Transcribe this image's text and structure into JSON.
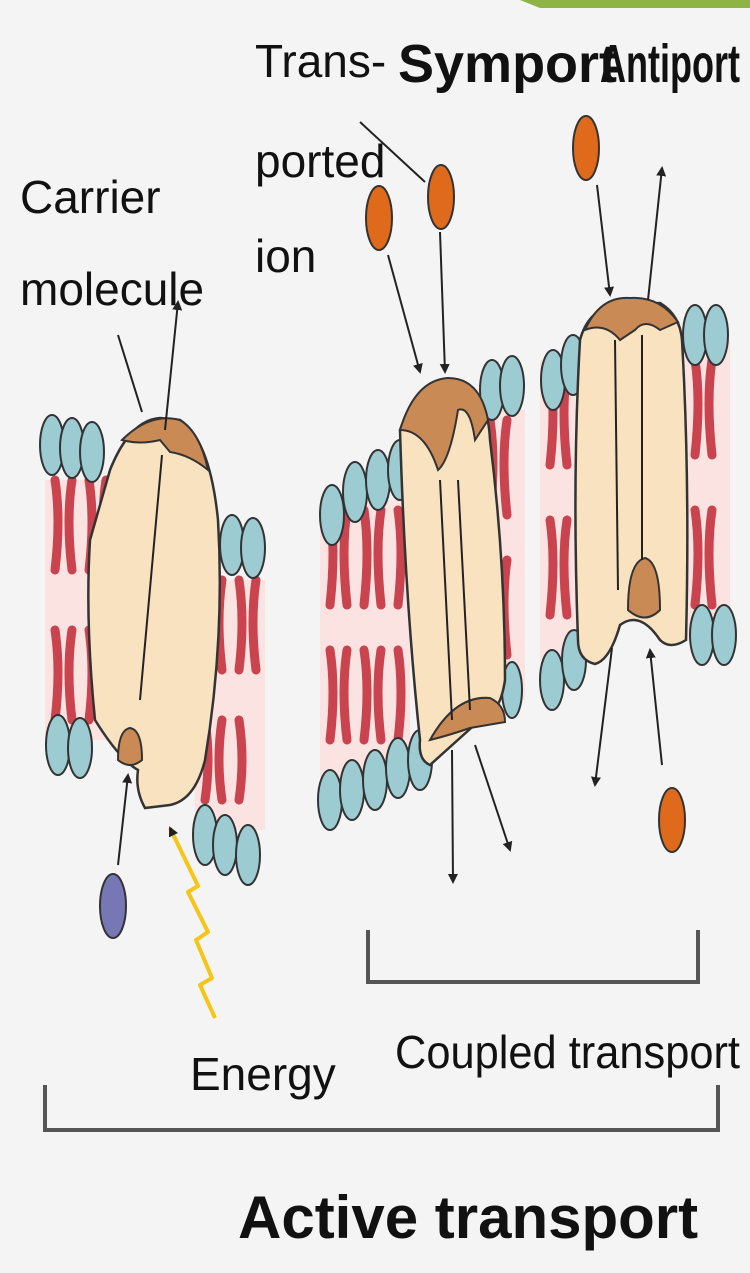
{
  "labels": {
    "carrier_line1": "Carrier",
    "carrier_line2": "molecule",
    "transported_line1": "Trans-",
    "transported_line2": "ported",
    "transported_line3": "ion",
    "symport": "Symport",
    "antiport": "Antiport",
    "energy": "Energy",
    "coupled_transport": "Coupled transport",
    "active_transport": "Active transport"
  },
  "colors": {
    "background": "#f4f4f4",
    "carrier_body": "#f8e2c0",
    "carrier_cap": "#c98a55",
    "lipid_head": "#9ccbd1",
    "lipid_tail": "#c9444e",
    "membrane_core": "#fbe3e1",
    "ion_transported": "#e06a1c",
    "molecule_pumped": "#7777b5",
    "energy_bolt": "#f5c518",
    "corner_accent": "#8fb446"
  },
  "icons": {
    "energy": "lightning-bolt-icon"
  }
}
